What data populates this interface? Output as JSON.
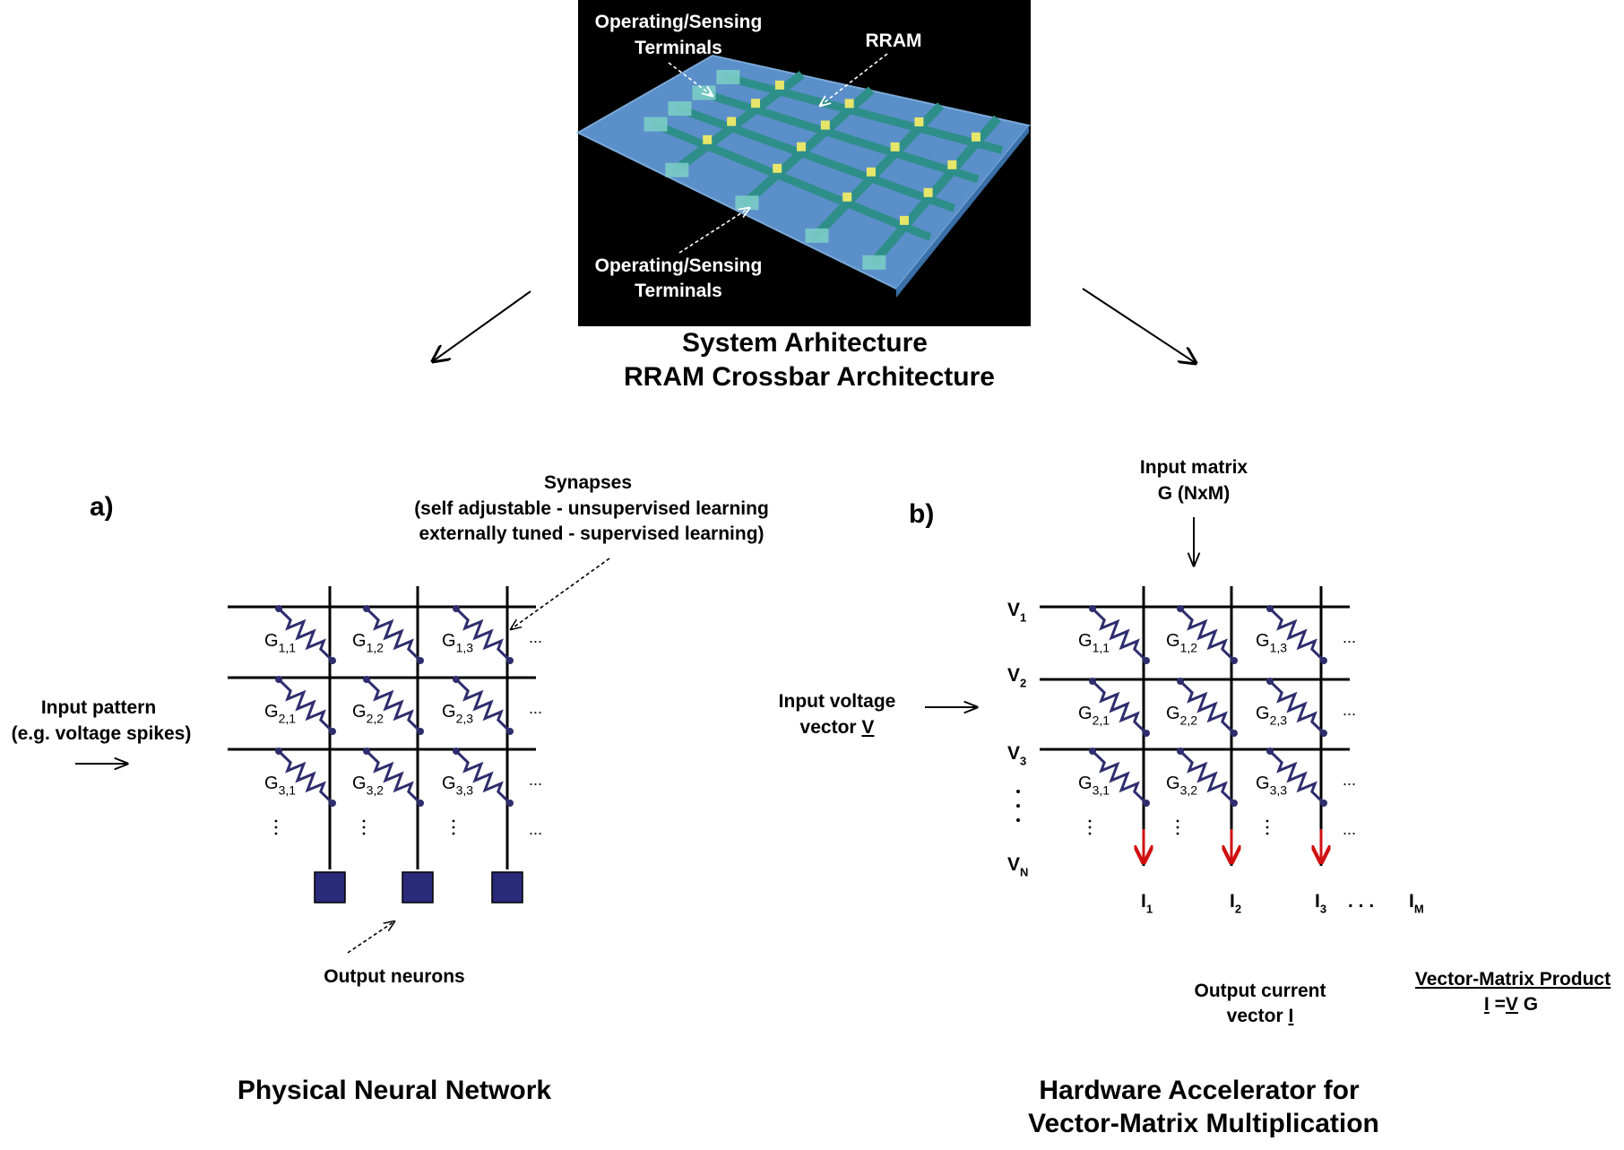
{
  "top": {
    "photo": {
      "label_terminals_top_1": "Operating/Sensing",
      "label_terminals_top_2": "Terminals",
      "label_rram": "RRAM",
      "label_terminals_bottom_1": "Operating/Sensing",
      "label_terminals_bottom_2": "Terminals",
      "colors": {
        "background": "#000000",
        "substrate": "#5b8fc9",
        "lines": "#2e8f8a",
        "cells": "#e6e66a",
        "pads": "#7ed0c8"
      }
    },
    "title_line1": "System Arhitecture",
    "title_line2": "RRAM Crossbar Architecture"
  },
  "left": {
    "panel_label": "a)",
    "synapses_1": "Synapses",
    "synapses_2": "(self adjustable - unsupervised learning",
    "synapses_3": "externally tuned - supervised learning)",
    "input_1": "Input pattern",
    "input_2": "(e.g. voltage spikes)",
    "output_neurons": "Output neurons",
    "caption": "Physical Neural Network",
    "ellipsis_h": "...",
    "ellipsis_v": ".\n.\n.",
    "g_labels": [
      [
        {
          "g": "G",
          "sub": "1,1"
        },
        {
          "g": "G",
          "sub": "1,2"
        },
        {
          "g": "G",
          "sub": "1,3"
        }
      ],
      [
        {
          "g": "G",
          "sub": "2,1"
        },
        {
          "g": "G",
          "sub": "2,2"
        },
        {
          "g": "G",
          "sub": "2,3"
        }
      ],
      [
        {
          "g": "G",
          "sub": "3,1"
        },
        {
          "g": "G",
          "sub": "3,2"
        },
        {
          "g": "G",
          "sub": "3,3"
        }
      ]
    ]
  },
  "right": {
    "panel_label": "b)",
    "input_matrix_1": "Input matrix",
    "input_matrix_2": "G (NxM)",
    "input_voltage_1": "Input voltage",
    "input_voltage_2": "vector ",
    "input_voltage_v": "V",
    "v_labels": [
      {
        "v": "V",
        "sub": "1"
      },
      {
        "v": "V",
        "sub": "2"
      },
      {
        "v": "V",
        "sub": "3"
      },
      {
        "v": "V",
        "sub": "N"
      }
    ],
    "i_labels": [
      {
        "i": "I",
        "sub": "1"
      },
      {
        "i": "I",
        "sub": "2"
      },
      {
        "i": "I",
        "sub": "3"
      },
      {
        "i": "I",
        "sub": "M"
      }
    ],
    "i_dots": ". . .",
    "output_current_1": "Output current",
    "output_current_2": "vector ",
    "output_current_i": "I",
    "vmp_title": "Vector-Matrix Product",
    "vmp_eq_i": "I",
    "vmp_eq_mid": " =",
    "vmp_eq_v": "V",
    "vmp_eq_g": " G",
    "caption_1": "Hardware Accelerator for",
    "caption_2": "Vector-Matrix Multiplication",
    "g_labels": [
      [
        {
          "g": "G",
          "sub": "1,1"
        },
        {
          "g": "G",
          "sub": "1,2"
        },
        {
          "g": "G",
          "sub": "1,3"
        }
      ],
      [
        {
          "g": "G",
          "sub": "2,1"
        },
        {
          "g": "G",
          "sub": "2,2"
        },
        {
          "g": "G",
          "sub": "2,3"
        }
      ],
      [
        {
          "g": "G",
          "sub": "3,1"
        },
        {
          "g": "G",
          "sub": "3,2"
        },
        {
          "g": "G",
          "sub": "3,3"
        }
      ]
    ]
  }
}
